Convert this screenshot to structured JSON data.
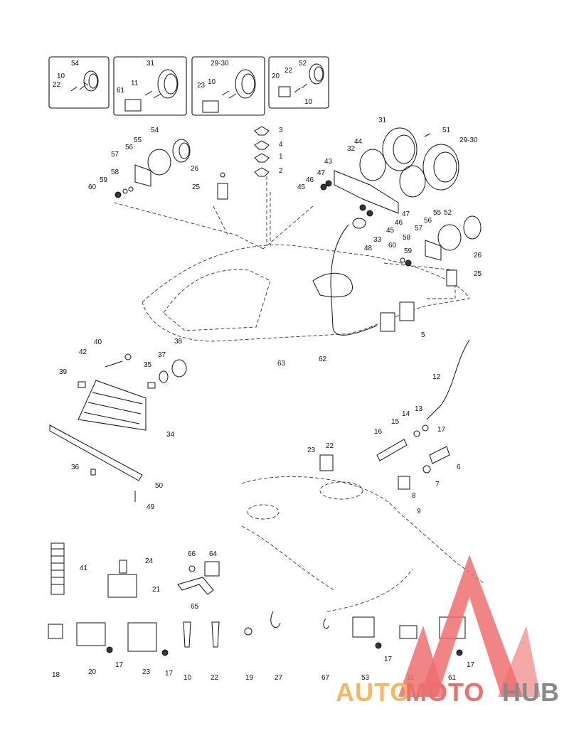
{
  "part_labels": [
    "54",
    "10",
    "22",
    "31",
    "11",
    "61",
    "29-30",
    "23",
    "10",
    "52",
    "20",
    "22",
    "10",
    "3",
    "4",
    "1",
    "2",
    "51",
    "29-30",
    "31",
    "44",
    "32",
    "43",
    "47",
    "46",
    "45",
    "47",
    "46",
    "45",
    "33",
    "48",
    "54",
    "55",
    "56",
    "57",
    "58",
    "59",
    "60",
    "26",
    "25",
    "52",
    "55",
    "56",
    "57",
    "58",
    "59",
    "60",
    "26",
    "25",
    "5",
    "40",
    "42",
    "37",
    "38",
    "35",
    "39",
    "34",
    "62",
    "63",
    "12",
    "13",
    "14",
    "15",
    "17",
    "16",
    "22",
    "23",
    "6",
    "7",
    "8",
    "9",
    "36",
    "50",
    "49",
    "41",
    "24",
    "21",
    "66",
    "64",
    "65",
    "18",
    "20",
    "17",
    "23",
    "17",
    "10",
    "22",
    "19",
    "27",
    "67",
    "53",
    "17",
    "11",
    "61",
    "17"
  ],
  "watermark": {
    "part1": "AUTO",
    "part2": "MOTO",
    "part3": "HUB",
    "colors": {
      "auto": "#f4b860",
      "moto": "#ee6e6e",
      "hub": "#8a8a8a",
      "triangle": "#ee6e6e"
    }
  }
}
